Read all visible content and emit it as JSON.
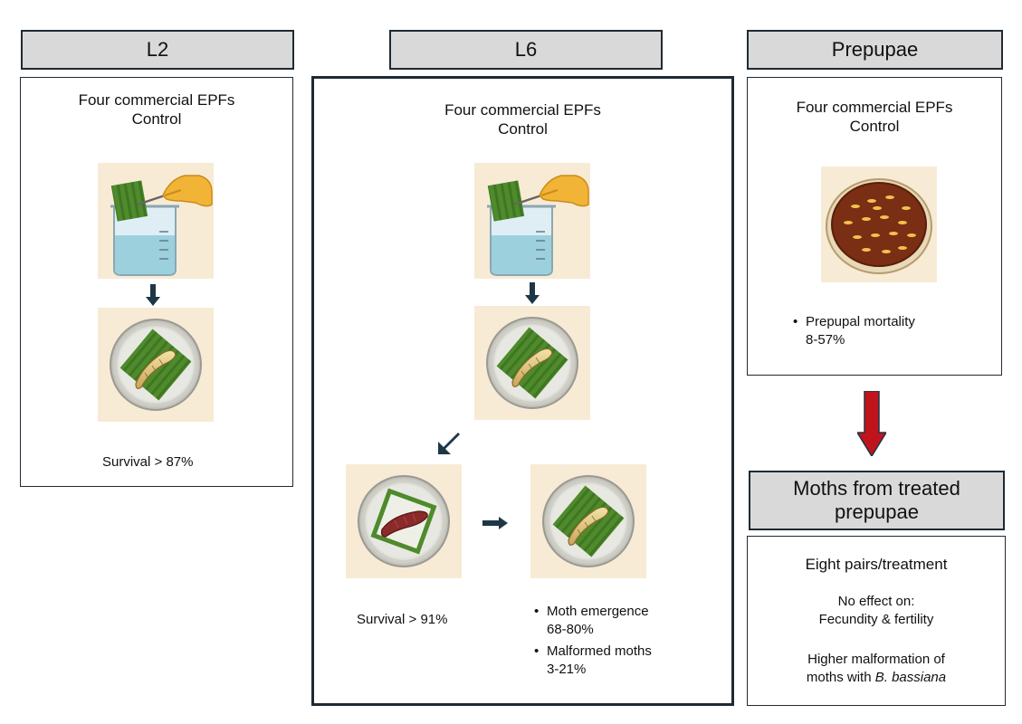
{
  "columns": {
    "l2": {
      "header": "L2",
      "treatments": [
        "Four commercial EPFs",
        "Control"
      ],
      "result": "Survival > 87%"
    },
    "l6": {
      "header": "L6",
      "treatments": [
        "Four commercial EPFs",
        "Control"
      ],
      "result_left": "Survival > 91%",
      "results_right": [
        {
          "line1": "Moth emergence",
          "line2": "68-80%"
        },
        {
          "line1": "Malformed moths",
          "line2": "3-21%"
        }
      ]
    },
    "prepupae": {
      "header": "Prepupae",
      "treatments": [
        "Four commercial EPFs",
        "Control"
      ],
      "result": {
        "line1": "Prepupal mortality",
        "line2": "8-57%"
      }
    },
    "moths": {
      "header": {
        "line1": "Moths from treated",
        "line2": "prepupae"
      },
      "pairs": "Eight pairs/treatment",
      "no_effect": {
        "line1": "No effect on:",
        "line2": "Fecundity & fertility"
      },
      "higher": {
        "line1": "Higher malformation of",
        "line2_prefix": "moths with ",
        "line2_italic": "B. bassiana"
      }
    }
  },
  "bullet": "•",
  "icons": {
    "dip": "beaker-dip-icon",
    "dish_larva": "leaf-dish-larva-icon",
    "dish_pupa": "leaf-dish-pupa-icon",
    "petri_soil": "petri-dish-prepupae-icon"
  },
  "colors": {
    "header_fill": "#d9d9d9",
    "border": "#1f2a33",
    "arrow_dark": "#1f3646",
    "arrow_red": "#c0141c",
    "tile_bg": "#f7ebd6",
    "leaf": "#4f8a2c",
    "glove": "#f2b437",
    "soil": "#7a2e14"
  }
}
